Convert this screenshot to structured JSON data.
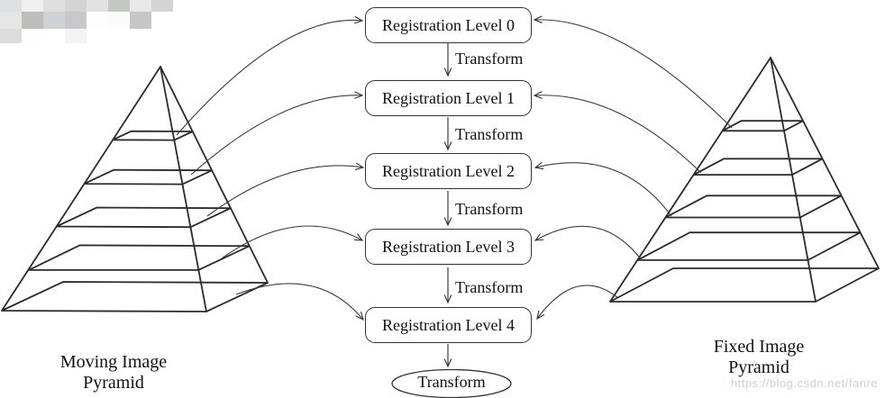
{
  "flow": {
    "boxes": [
      {
        "label": "Registration Level 0"
      },
      {
        "label": "Registration Level 1"
      },
      {
        "label": "Registration Level 2"
      },
      {
        "label": "Registration Level 3"
      },
      {
        "label": "Registration Level 4"
      }
    ],
    "edge_label": "Transform",
    "final_node_label": "Transform"
  },
  "pyramids": {
    "moving": {
      "line1": "Moving Image",
      "line2": "Pyramid"
    },
    "fixed": {
      "line1": "Fixed Image",
      "line2": "Pyramid"
    }
  },
  "watermark": {
    "text": "https://blog.csdn.net/fanre"
  },
  "colors": {
    "line": "#2b2b2b",
    "arc": "#3c3c3c",
    "box_border": "#333333",
    "text": "#111111",
    "watermark": "#c9d2d6"
  }
}
